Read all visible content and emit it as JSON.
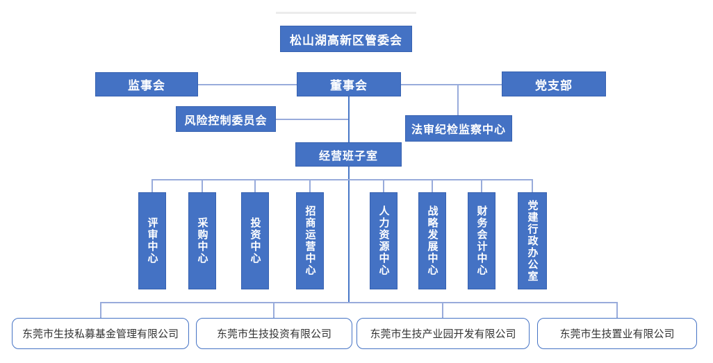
{
  "org_chart": {
    "top": {
      "label": "松山湖高新区管委会"
    },
    "level2": [
      {
        "label": "监事会"
      },
      {
        "label": "董事会"
      },
      {
        "label": "党支部"
      }
    ],
    "committees": [
      {
        "label": "风险控制委员会"
      },
      {
        "label": "法审纪检监察中心"
      }
    ],
    "management_office": {
      "label": "经营班子室"
    },
    "departments": [
      {
        "label": "评审中心"
      },
      {
        "label": "采购中心"
      },
      {
        "label": "投资中心"
      },
      {
        "label": "招商运营中心"
      },
      {
        "label": "人力资源中心"
      },
      {
        "label": "战略发展中心"
      },
      {
        "label": "财务会计中心"
      },
      {
        "label": "党建行政办公室"
      }
    ],
    "subsidiaries": [
      {
        "label": "东莞市生技私募基金管理有限公司"
      },
      {
        "label": "东莞市生技投资有限公司"
      },
      {
        "label": "东莞市生技产业园开发有限公司"
      },
      {
        "label": "东莞市生技置业有限公司"
      }
    ],
    "colors": {
      "box_fill": "#4472C4",
      "box_border": "#3661B0",
      "box_text": "#FFFFFF",
      "connector": "#98ABDB",
      "spine": "#4877C7",
      "subsidiary_border": "#4472C4",
      "subsidiary_text": "#333333"
    }
  }
}
